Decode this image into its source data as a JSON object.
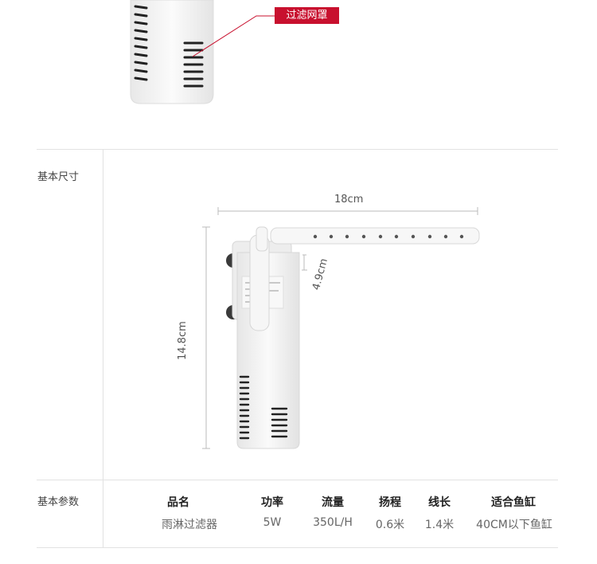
{
  "callout": {
    "label": "过滤网罩"
  },
  "sections": {
    "size_label": "基本尺寸",
    "params_label": "基本参数"
  },
  "dimensions": {
    "width": "18cm",
    "height": "14.8cm",
    "nozzle_height": "4.9cm"
  },
  "params": {
    "headers": [
      "品名",
      "功率",
      "流量",
      "扬程",
      "线长",
      "适合鱼缸"
    ],
    "values": [
      "雨淋过滤器",
      "5W",
      "350L/H",
      "0.6米",
      "1.4米",
      "40CM以下鱼缸"
    ]
  },
  "colors": {
    "accent": "#c8102e",
    "divider": "#e2e2e2",
    "device": "#f2f2f2",
    "vent": "#222222"
  }
}
